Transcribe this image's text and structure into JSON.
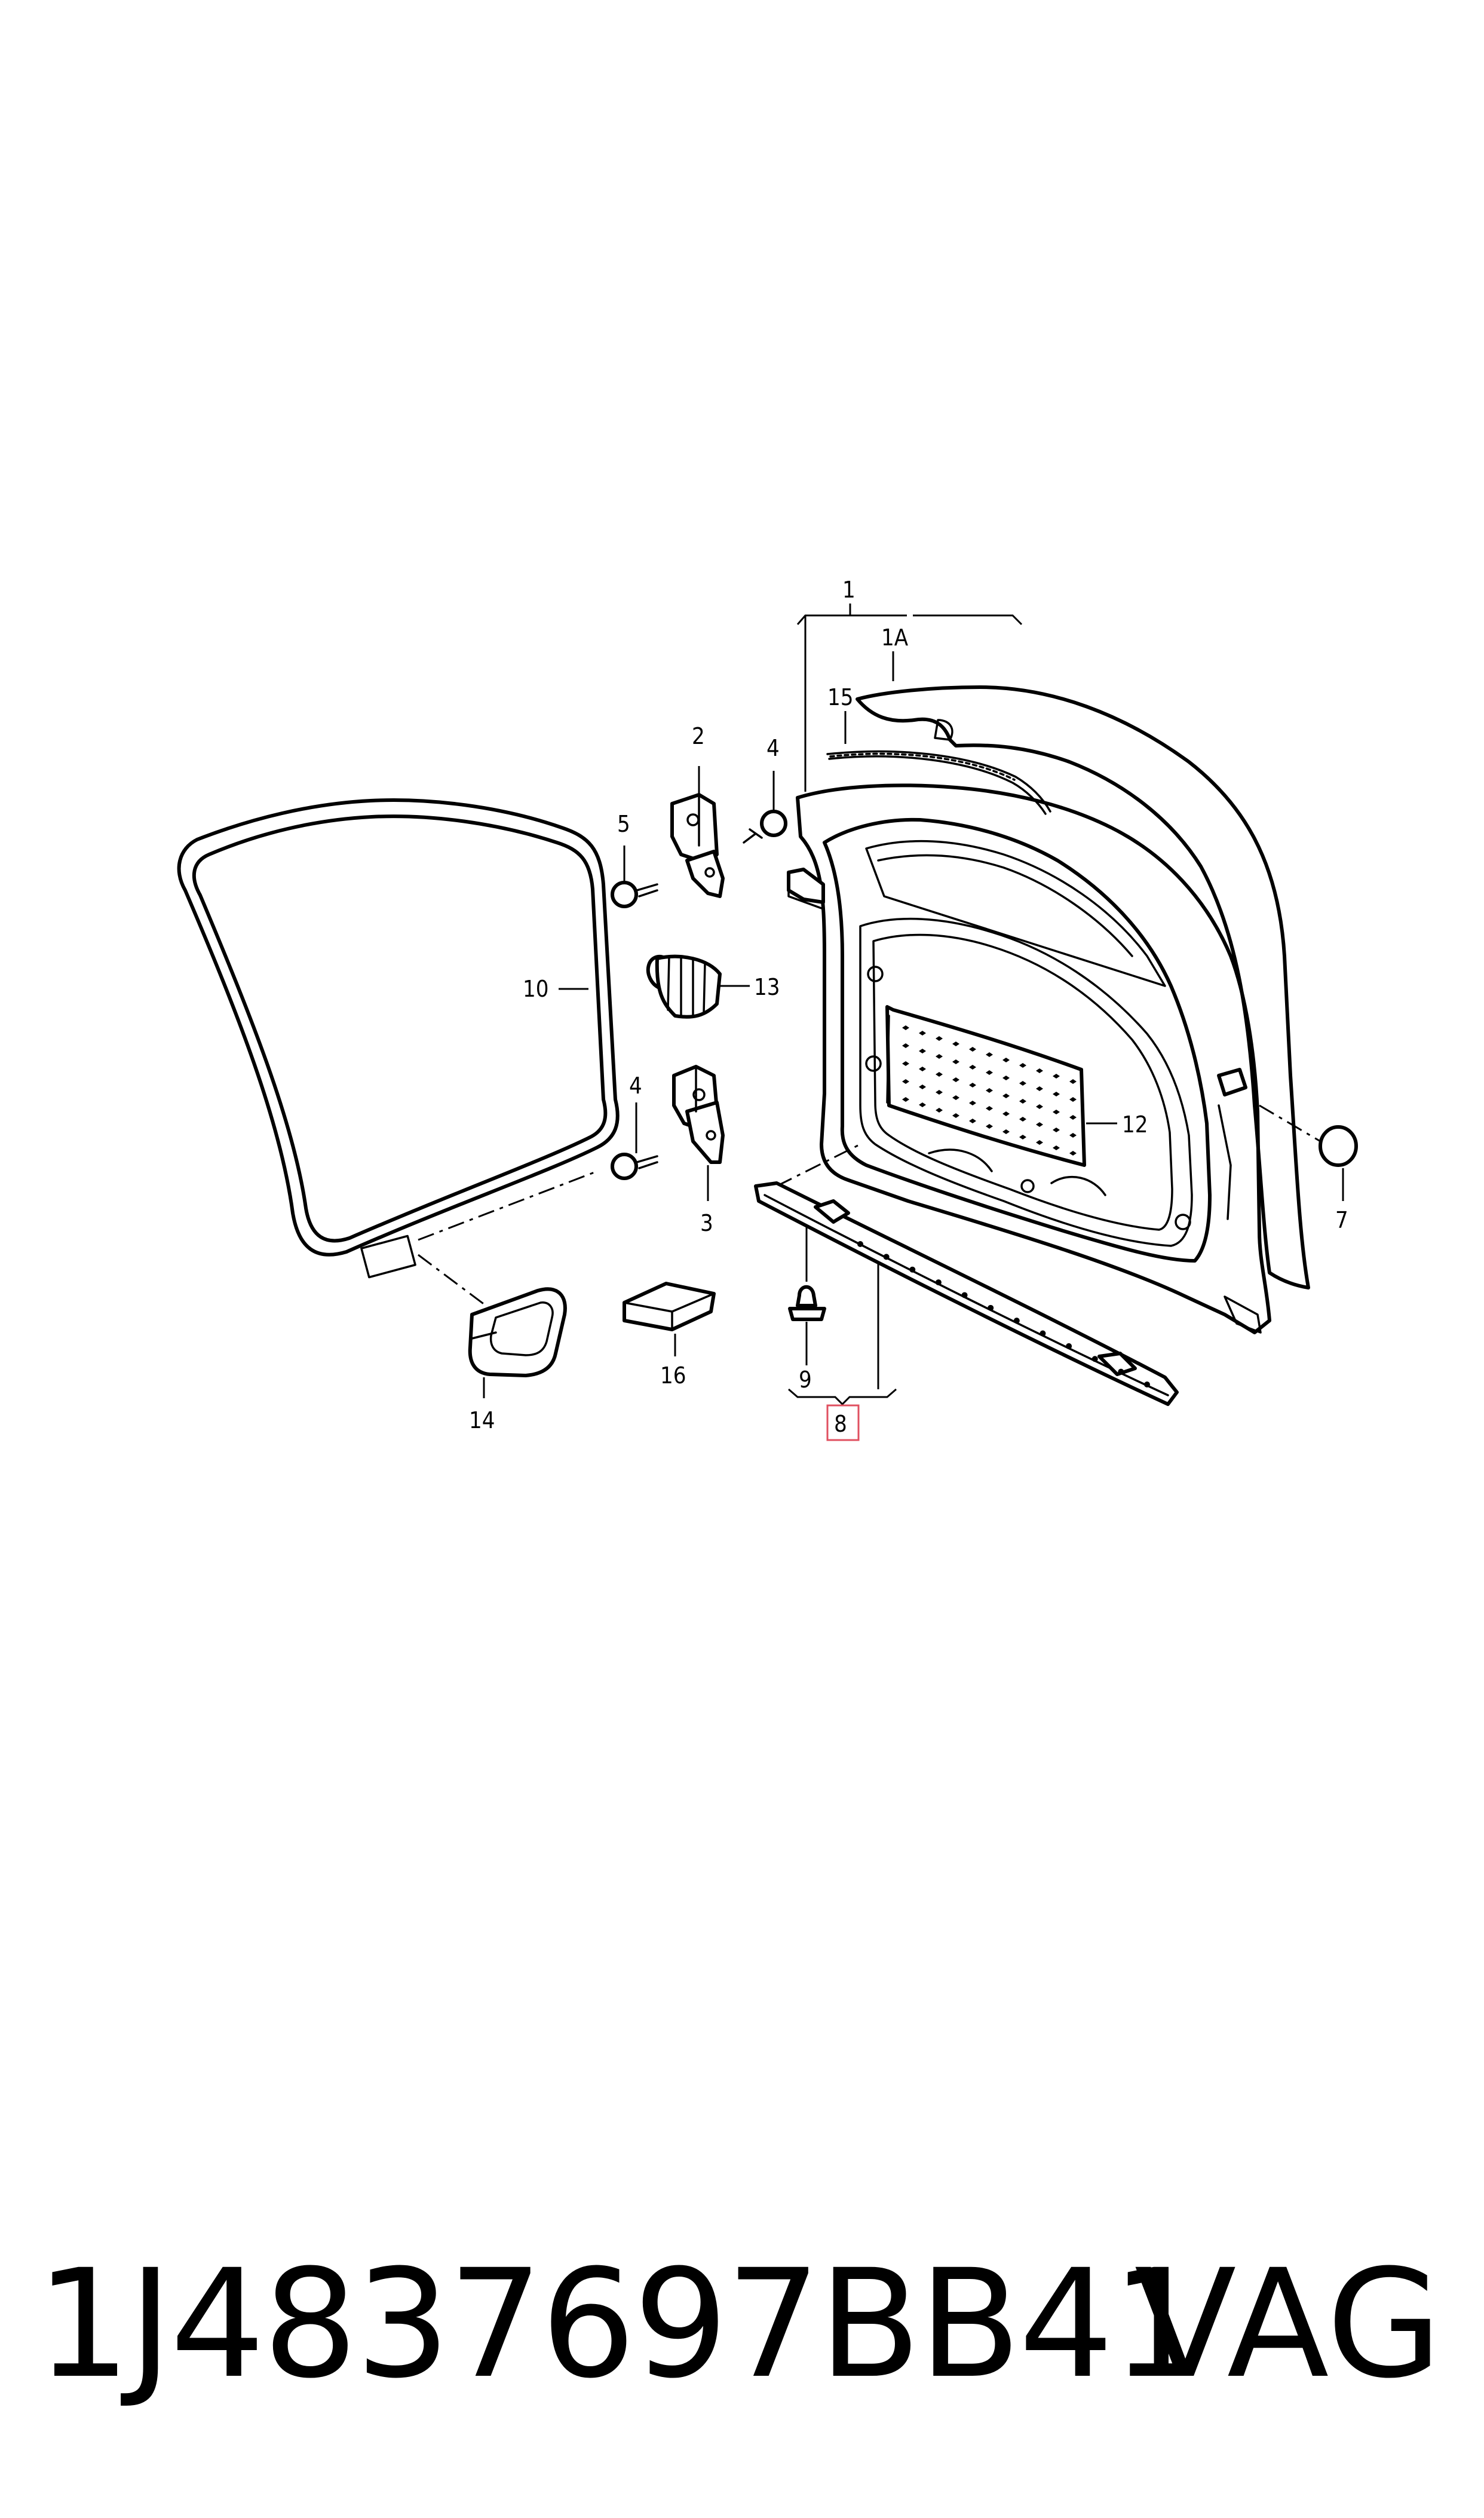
{
  "diagram": {
    "callouts": {
      "c1": "1",
      "c1a": "1A",
      "c2": "2",
      "c3": "3",
      "c4a": "4",
      "c4b": "4",
      "c5": "5",
      "c7": "7",
      "c8": "8",
      "c9": "9",
      "c10": "10",
      "c12": "12",
      "c13": "13",
      "c14": "14",
      "c15": "15",
      "c16": "16"
    },
    "highlight_color": "#e05060"
  },
  "footer": {
    "part_number": "1J4837697BB41",
    "brand": "VAG"
  }
}
